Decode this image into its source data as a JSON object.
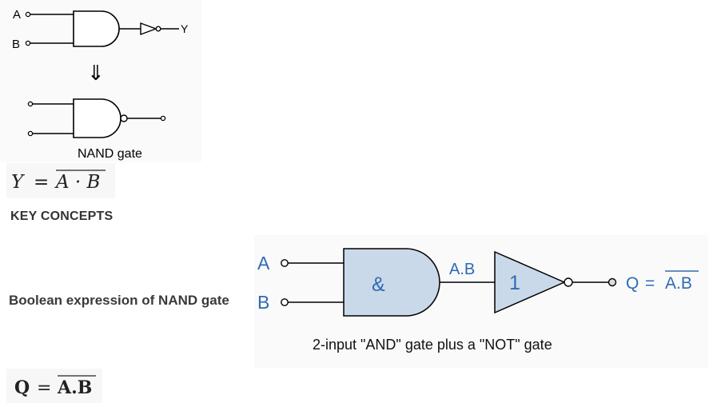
{
  "top_diagram": {
    "input_a": "A",
    "input_b": "B",
    "output_y": "Y",
    "arrow": "⇓",
    "caption": "NAND gate"
  },
  "formula1": {
    "lhs": "Y",
    "eq": "=",
    "rhs": "A · B"
  },
  "key_concepts": "KEY CONCEPTS",
  "boolean_label": "Boolean expression of NAND gate",
  "bottom_diagram": {
    "input_a": "A",
    "input_b": "B",
    "and_symbol": "&",
    "not_symbol": "1",
    "mid_label": "A.B",
    "output_q": "Q",
    "output_eq": "=",
    "output_rhs": "A.B",
    "caption": "2-input \"AND\" gate plus a \"NOT\" gate"
  },
  "formula2": {
    "lhs": "Q",
    "eq": "=",
    "rhs": "A.B"
  },
  "colors": {
    "gate_fill": "#c9d9ea",
    "label_blue": "#2f6bb3",
    "line": "#000000"
  }
}
